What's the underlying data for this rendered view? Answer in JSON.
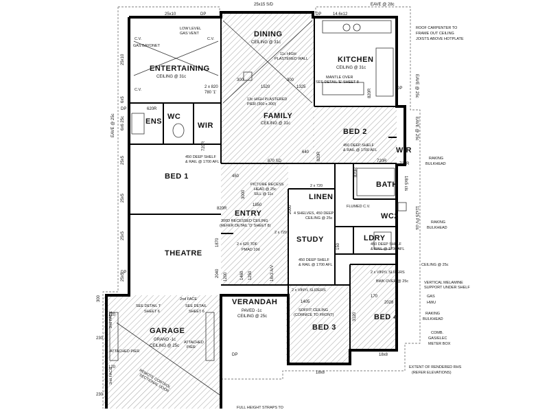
{
  "rooms": {
    "dining": {
      "name": "DINING",
      "ceiling": "CEILING @ 31c"
    },
    "entertaining": {
      "name": "ENTERTAINING",
      "ceiling": "CEILING @ 31c"
    },
    "kitchen": {
      "name": "KITCHEN",
      "ceiling": "CEILING @ 31c"
    },
    "family": {
      "name": "FAMILY",
      "ceiling": "CEILING @ 31c"
    },
    "bed2": {
      "name": "BED 2"
    },
    "ens": {
      "name": "ENS"
    },
    "wc": {
      "name": "WC"
    },
    "wir1": {
      "name": "WIR"
    },
    "wir2": {
      "name": "WIR"
    },
    "bed1": {
      "name": "BED 1"
    },
    "bath": {
      "name": "BATH"
    },
    "linen": {
      "name": "LINEN"
    },
    "entry": {
      "name": "ENTRY"
    },
    "wc2": {
      "name": "WC2"
    },
    "study": {
      "name": "STUDY"
    },
    "ldry": {
      "name": "LDRY"
    },
    "theatre": {
      "name": "THEATRE"
    },
    "verandah": {
      "name": "VERANDAH",
      "paved": "PAVED -1c",
      "ceiling": "CEILING @ 25c"
    },
    "bed3": {
      "name": "BED 3"
    },
    "bed4": {
      "name": "BED 4"
    },
    "garage": {
      "name": "GARAGE",
      "floor": "GRANO -1c",
      "ceiling": "CEILING @ 25c"
    }
  },
  "notes": {
    "low_level_gas_vent": [
      "LOW LEVEL",
      "GAS VENT"
    ],
    "gas_bayonet": "GAS BAYONET",
    "cv": "C.V.",
    "high_wall": [
      "11c HIGH",
      "PLASTERED WALL"
    ],
    "mantle": [
      "MANTLE OVER",
      "SEE DETAIL 'E' SHEET 8"
    ],
    "pier": [
      "13c HIGH PLASTERED",
      "PIER (300 x 300)"
    ],
    "shelf_bed2": [
      "450 DEEP SHELF",
      "& RAIL @ 1700 AFL"
    ],
    "shelf_bed1": [
      "450 DEEP SHELF",
      "& RAIL @ 1700 AFL"
    ],
    "raking_bulkhead": [
      "RAKING",
      "BULKHEAD"
    ],
    "picture_recess": [
      "PICTURE RECESS",
      "HEAD @ 25c",
      "SILL @ 11c"
    ],
    "recessed_ceiling": [
      "300D RECESSED CEILING",
      "(REFER DETAIL 'D' SHEET 8)"
    ],
    "linen_shelves": [
      "4 SHELVES, 450 DEEP",
      "CEILING @ 25c"
    ],
    "flumed": "FLUMED C.V.",
    "study_shelf": [
      "450 DEEP SHELF",
      "& RAIL @ 1700 AFL"
    ],
    "ldry_shelf": [
      "450 DEEP SHELF",
      "& RAIL @ 1700 AFL"
    ],
    "ceiling_25c": "CEILING @ 25c",
    "vinyl_sliders_a": "2 x VINYL SLIDERS",
    "vinyl_sliders_b": "2 x VINYL SLIDERS",
    "bwk_over": "BWK OVER @ 25c",
    "vertical_melamine": [
      "VERTICAL MELAMINE",
      "SUPPORT UNDER SHELF"
    ],
    "gas": "GAS",
    "hwu": "HWU",
    "soffit": [
      "SOFFIT CEILING",
      "(CORNICE TO FRONT)"
    ],
    "roof_carpenter": [
      "ROOF CARPENTER TO",
      "FRAME OUT CEILING",
      "JOISTS ABOVE HOTPLATE"
    ],
    "comb_meter": [
      "COMB.",
      "GAS/ELEC",
      "METER BOX"
    ],
    "extent_rendered": [
      "EXTENT OF RENDERED RHS",
      "(REFER ELEVATIONS)"
    ],
    "see_detail_1": [
      "SEE DETAIL 'I'",
      "SHEET 6"
    ],
    "see_detail_2": [
      "SEE DETAIL",
      "SHEET 6"
    ],
    "attached_pier_l": [
      "ATTACHED PIER"
    ],
    "attached_pier_r": [
      "ATTACHED",
      "PIER"
    ],
    "remote_door": [
      "REMOTE CONTROL",
      "SECTIONAL DOOR"
    ],
    "full_height": "FULL HEIGHT STRAPS TO",
    "2nd_face_a": "2nd FACE",
    "2nd_face_b": "2nd FACE",
    "2nd_face_c": "2nd FACE",
    "window_720": "2 x 720",
    "window_720b": "2 x 720",
    "window_620": "2 x 620 TDF",
    "pmad": "PMAD 10d"
  },
  "dims": {
    "top_25x10": "25x10",
    "top_25x15": "25x15 S/D",
    "top_14x12": "14.6x12",
    "eave_top": "EAVE @ 28c",
    "eave_left": "EAVE @ 25c",
    "eave_right": "EAVE @ 25c",
    "eave_right2": "EAVE @ 25c",
    "dp": "DP",
    "d1520": "1520",
    "d300a": "300",
    "d300b": "300",
    "d1325": "1325",
    "d2_820": "2 x 820",
    "d780": "780 '1'",
    "d620": "620R",
    "d720r_a": "720R",
    "d720r_b": "720R",
    "d720r_c": "720R",
    "d820r_a": "820R",
    "d820r_b": "820R",
    "d820r_c": "820R",
    "d870": "870 SD",
    "d640": "640",
    "d820r_bath": "820R",
    "d1850": "1850",
    "d3000": "3000",
    "d450": "450",
    "d2000": "2000",
    "d1460": "1460",
    "d1250": "1250",
    "d1405": "1405",
    "d3120": "3120",
    "d170": "170",
    "d2028": "2028",
    "d18x8_a": "18x8",
    "d18x8_b": "18x8",
    "d25x10_l": "25x10",
    "d6x6": "6x6 25c",
    "d25x5": "25x5",
    "d25x5b": "25x5",
    "d25x5c": "25x5",
    "d25x5d": "25x5",
    "d120": "120",
    "d230": "230",
    "d300v": "300",
    "d150": "150",
    "d1870": "1870",
    "d1200": "1200",
    "d2040": "2040",
    "d18x3": "18x3 A/V",
    "d11x25": "11x25 PV cls",
    "d18x5": "18x5 cls",
    "d6x5": "6x5"
  }
}
